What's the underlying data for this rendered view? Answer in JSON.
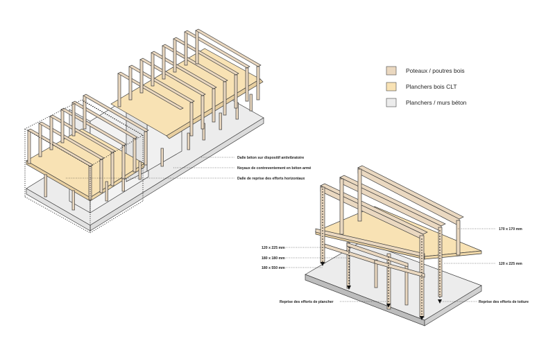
{
  "legend": {
    "items": [
      {
        "label": "Poteaux / poutres bois",
        "color": "#ead8c0"
      },
      {
        "label": "Planchers bois CLT",
        "color": "#f8e2b4"
      },
      {
        "label": "Planchers / murs béton",
        "color": "#ececec"
      }
    ]
  },
  "left_annotations": {
    "dalle_antivibratoire": "Dalle béton sur dispositif antivibratoire",
    "noyaux_contreventement": "Noyaux de contreventement en béton armé",
    "dalle_reprise": "Dalle de reprise des efforts horizontaux"
  },
  "right_annotations": {
    "dim_170": "170 x 170 mm",
    "dim_120_right": "120 x 225 mm",
    "dim_120_left": "120 x 225 mm",
    "dim_180_180": "180 x 180 mm",
    "dim_180_550": "180 x 550 mm",
    "reprise_plancher": "Reprise des efforts de plancher",
    "reprise_toiture": "Reprise des efforts de toiture"
  },
  "colors": {
    "wood": "#ead8c0",
    "clt": "#f8e2b4",
    "concrete": "#ececec",
    "line": "#3a3a3a"
  }
}
